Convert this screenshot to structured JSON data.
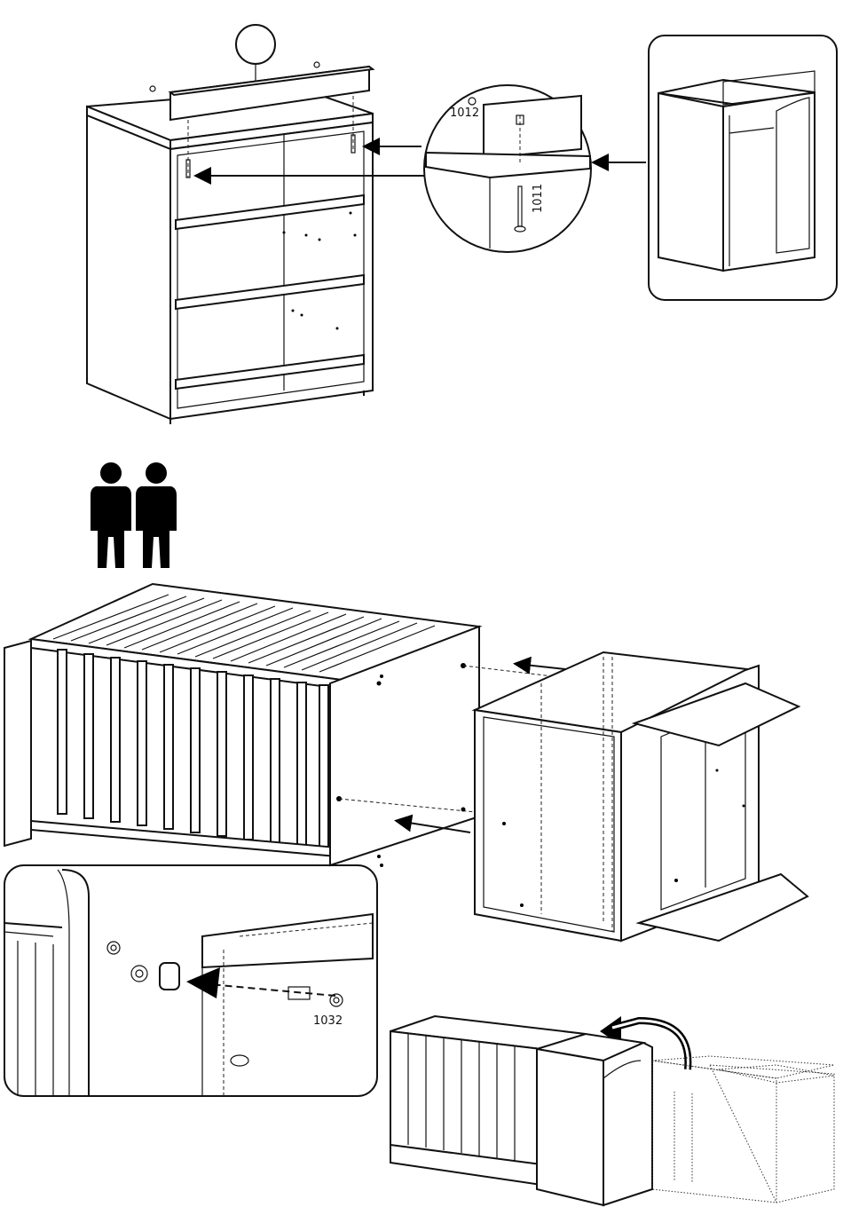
{
  "parts": {
    "screw_top": "1012",
    "screw_long": "1011",
    "cam_fitting": "1032"
  },
  "icons": {
    "people": "two-person-icon",
    "step_marker": "empty-circle-icon"
  }
}
